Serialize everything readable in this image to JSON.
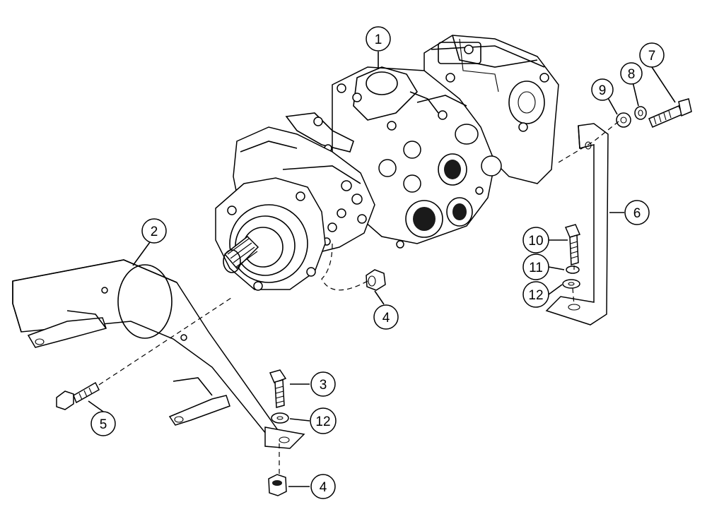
{
  "colors": {
    "line": "#000000",
    "background": "#ffffff"
  },
  "callouts": {
    "c1": "1",
    "c2": "2",
    "c3": "3",
    "c4a": "4",
    "c4b": "4",
    "c5": "5",
    "c6": "6",
    "c7": "7",
    "c8": "8",
    "c9": "9",
    "c10": "10",
    "c11": "11",
    "c12a": "12",
    "c12b": "12"
  }
}
